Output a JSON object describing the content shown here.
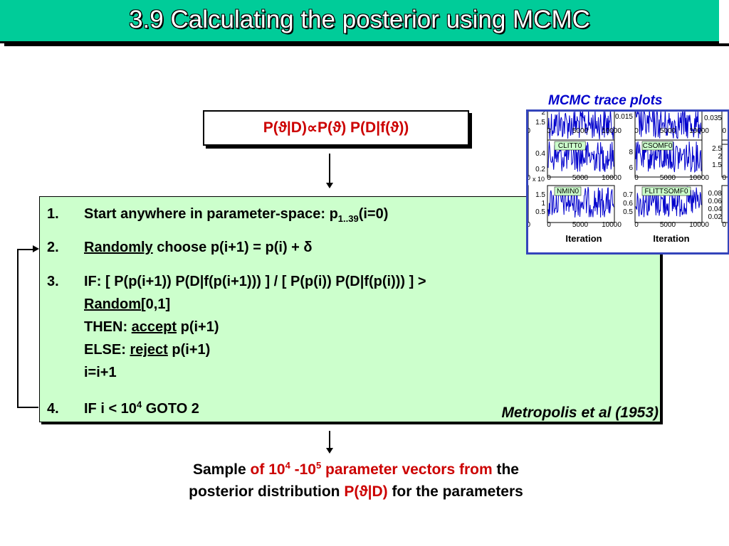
{
  "title": "3.9 Calculating the posterior using MCMC",
  "formula": {
    "p_open": "P(",
    "theta": "ϑ",
    "given_d": "|D) ",
    "prop": "∝",
    "p2_open": " P(",
    "p2_close": ") P(D|f(",
    "close": "))"
  },
  "steps": {
    "n1": "1.",
    "s1_text": "Start anywhere in parameter-space: p",
    "s1_sub": "1..39",
    "s1_tail": "(i=0)",
    "n2": "2.",
    "s2_randomly": "Randomly",
    "s2_tail": " choose p(i+1) = p(i) + δ",
    "n3": "3.",
    "s3_if": "IF:   [ P(p(i+1)) P(D|f(p(i+1))) ] / [ P(p(i)) P(D|f(p(i))) ] >",
    "s3_random": "Random",
    "s3_range": "[0,1]",
    "s3_then": "THEN: ",
    "s3_accept": "accept",
    "s3_then_tail": " p(i+1)",
    "s3_else": "ELSE: ",
    "s3_reject": "reject",
    "s3_else_tail": " p(i+1)",
    "s3_incr": "i=i+1",
    "n4": "4.",
    "s4_text": "IF i < 10",
    "s4_sup": "4",
    "s4_tail": " GOTO 2"
  },
  "citation": "Metropolis et al (1953)",
  "result": {
    "l1a": "Sample ",
    "l1b": "of 10",
    "l1b_sup": "4",
    "l1c": " -10",
    "l1c_sup": "5",
    "l1d": " parameter vectors from",
    "l1e": " the",
    "l2a": "posterior distribution ",
    "l2b": "P(",
    "l2c": "ϑ",
    "l2d": "|D)",
    "l2e": " for the parameters"
  },
  "trace_plots": {
    "title": "MCMC trace plots",
    "x_ticks": [
      "0",
      "5000",
      "10000"
    ],
    "xlabel": "Iteration",
    "labels": [
      "CLITT0",
      "CSOMF0",
      "NMIN0",
      "FLITTSOMF0"
    ],
    "left_ticks_row1": [
      "2",
      "1.5"
    ],
    "left_ticks_row2": [
      "0.4",
      "0.2"
    ],
    "left_ticks_row3": [
      "1.5",
      "1",
      "0.5"
    ],
    "mid_ticks_row1": [
      "0.015"
    ],
    "mid_ticks_row2": [
      "8",
      "6"
    ],
    "mid_ticks_row3": [
      "0.7",
      "0.6",
      "0.5"
    ],
    "right_ticks_row1": [
      "0.035"
    ],
    "right_ticks_row2": [
      "2.5",
      "2",
      "1.5"
    ],
    "right_ticks_row3": [
      "0.08",
      "0.06",
      "0.04",
      "0.02"
    ],
    "exp_label": "x 10",
    "trace_color": "#0000cc"
  }
}
